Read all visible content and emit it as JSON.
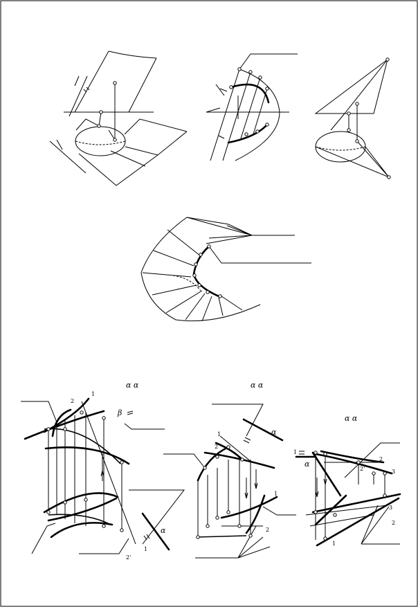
{
  "labels": {
    "fig5_title": "α α",
    "fig6_title": "α α",
    "fig7_title": "α α",
    "fig5_beta": "β",
    "fig5_alpha": "α",
    "fig6_alpha": "α",
    "fig7_alpha": "α",
    "n1": "1",
    "n2": "2",
    "n2p": "2'",
    "n3": "3"
  }
}
